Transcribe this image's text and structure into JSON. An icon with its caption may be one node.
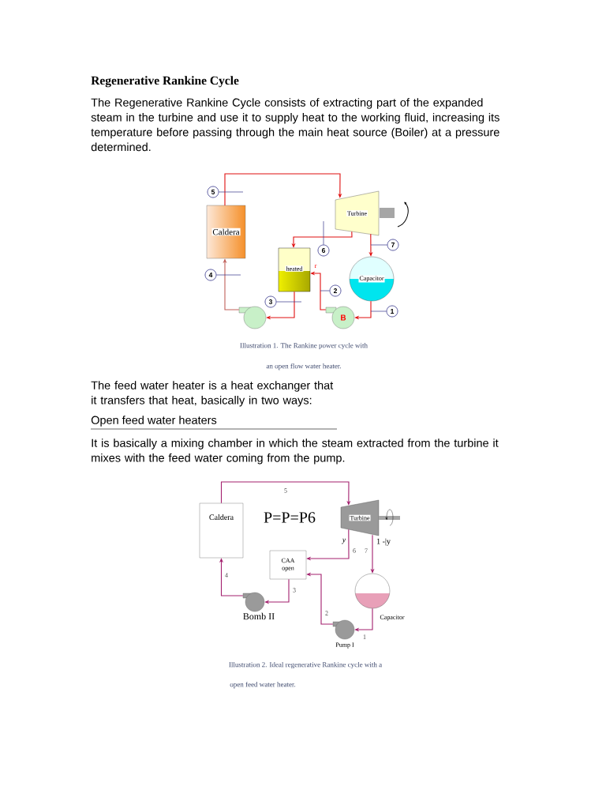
{
  "diagram": {
    "title": "Regenerative Rankine Cycle",
    "nodes": [
      {
        "text": [
          "Caldera"
        ]
      },
      {
        "text": [
          "Turbine"
        ]
      },
      {
        "text": [
          "heated"
        ]
      },
      {
        "text": [
          "Capacitor"
        ]
      },
      {
        "text": [],
        "shape": "circle"
      },
      {
        "text": [
          "B"
        ]
      },
      {
        "text": [
          "5"
        ]
      },
      {
        "text": [
          "6"
        ]
      },
      {
        "text": [
          "7"
        ]
      },
      {
        "text": [
          "4"
        ]
      },
      {
        "text": [
          "2"
        ]
      },
      {
        "text": [
          "3"
        ]
      },
      {
        "text": [
          "1"
        ]
      },
      {
        "text": [
          "Caldera"
        ]
      },
      {
        "text": [
          "Turbine"
        ]
      },
      {
        "text": [
          "CAA open"
        ]
      },
      {
        "text": [],
        "shape": "circle",
        "beside": [
          "Capacitor"
        ]
      },
      {
        "text": [],
        "shape": "circle",
        "beside": [
          "Bomb II"
        ]
      },
      {
        "text": [],
        "shape": "circle",
        "beside": [
          "Pump I"
        ]
      }
    ],
    "edges": [
      {
        "from": 0,
        "to": 1,
        "arrow": "to",
        "color": "#e01010"
      },
      {
        "from": 1,
        "to": 2,
        "arrow": "to",
        "color": "#e01010"
      },
      {
        "from": 1,
        "to": 3,
        "arrow": "to",
        "color": "#e01010"
      },
      {
        "from": 3,
        "to": 5,
        "arrow": "to",
        "color": "#e01010"
      },
      {
        "from": 5,
        "to": 2,
        "arrow": "to",
        "color": "#e01010"
      },
      {
        "from": 2,
        "to": 4,
        "arrow": "to",
        "color": "#e01010"
      },
      {
        "from": 4,
        "to": 0,
        "arrow": "to",
        "color": "#c0605a"
      },
      {
        "from": 6,
        "to": null,
        "arrow": "none",
        "color": "#33338a"
      },
      {
        "from": 7,
        "to": null,
        "arrow": "none",
        "color": "#33338a"
      },
      {
        "from": 8,
        "to": null,
        "arrow": "none",
        "color": "#33338a"
      },
      {
        "from": 9,
        "to": null,
        "arrow": "none",
        "color": "#33338a"
      },
      {
        "from": 10,
        "to": null,
        "arrow": "none",
        "color": "#33338a"
      },
      {
        "from": 11,
        "to": null,
        "arrow": "none",
        "color": "#33338a"
      },
      {
        "from": 12,
        "to": null,
        "arrow": "none",
        "color": "#33338a"
      },
      {
        "from": 13,
        "to": 14,
        "arrow": "to",
        "label": "5",
        "color": "#a3206e"
      },
      {
        "from": 14,
        "to": 15,
        "arrow": "to",
        "label": "6",
        "color": "#a3206e"
      },
      {
        "from": 14,
        "to": 16,
        "arrow": "to",
        "label": "7",
        "color": "#a3206e"
      },
      {
        "from": 16,
        "to": 18,
        "arrow": "to",
        "label": "1",
        "color": "#a3206e"
      },
      {
        "from": 18,
        "to": 15,
        "arrow": "to",
        "label": "2",
        "color": "#a3206e"
      },
      {
        "from": 15,
        "to": 17,
        "arrow": "to",
        "label": "3",
        "color": "#a3206e"
      },
      {
        "from": 17,
        "to": 13,
        "arrow": "to",
        "label": "4",
        "color": "#a3206e"
      }
    ],
    "labels": [
      "The Regenerative Rankine Cycle consists of extracting part of the expanded steam in the turbine and use it to supply heat to the working fluid, increasing its temperature before passing through the main heat source (Boiler) at a pressure determined.",
      "r",
      "Illustration 1. The Rankine power cycle with",
      "an open flow water heater.",
      "The feed water heater is a heat exchanger that it transfers that heat, basically in two ways:",
      "Open feed water heaters",
      "It is basically a mixing chamber in which the steam extracted from the turbine it mixes with the feed water coming from the pump.",
      "P=P=P6",
      "y",
      "1 -|y",
      "Illustration 2. Ideal regenerative Rankine cycle with a",
      "open feed water heater."
    ]
  }
}
